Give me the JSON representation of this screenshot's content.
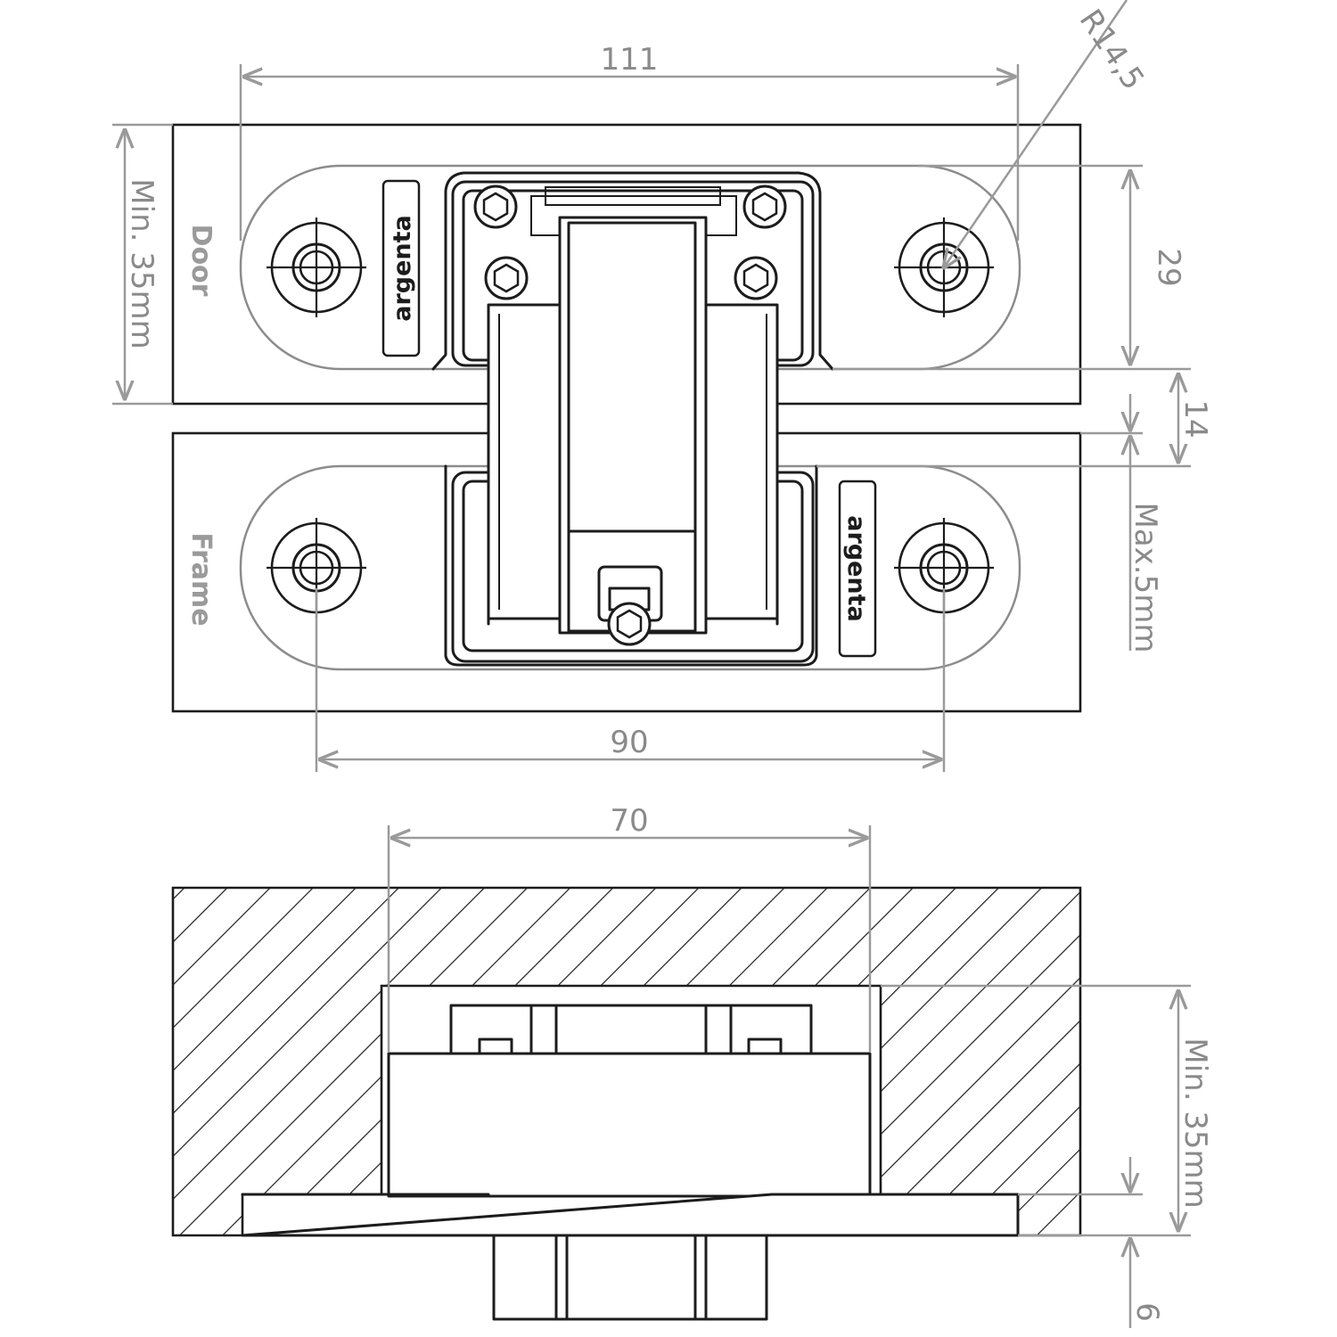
{
  "labels": {
    "door": "Door",
    "frame": "Frame",
    "brand": "argenta"
  },
  "dimensions": {
    "overall_length": "111",
    "radius": "R14,5",
    "plate_width": "29",
    "gap": "14",
    "max_gap": "Max.5mm",
    "min_door": "Min. 35mm",
    "hole_spacing": "90",
    "body_width": "70",
    "min_depth": "Min. 35mm",
    "plate_thickness": "6"
  },
  "colors": {
    "outline": "#1c1c1c",
    "dimension": "#9a9a9a",
    "plate_edge": "#8c8c8c",
    "background": "#ffffff"
  },
  "icons": [
    "hex-screw-icon",
    "screw-hole-icon"
  ]
}
